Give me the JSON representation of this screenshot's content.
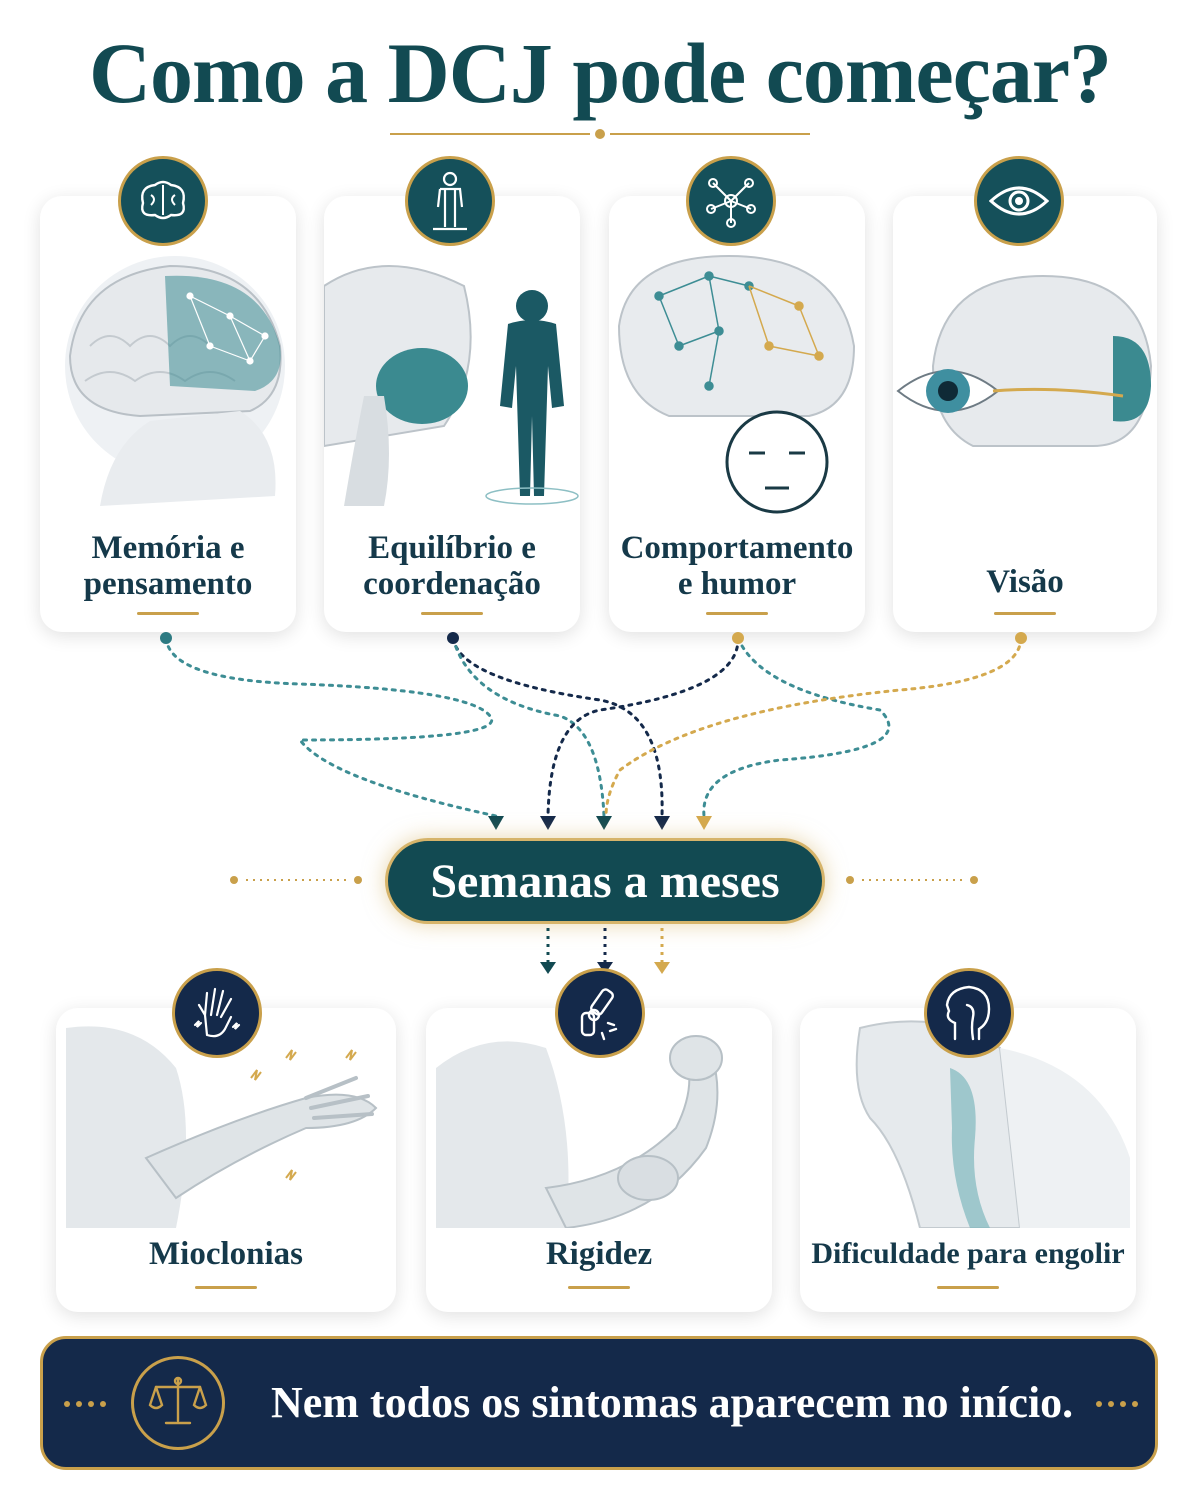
{
  "title": "Como a DCJ pode começar?",
  "early_symptoms": [
    {
      "label": "Memória e\npensamento",
      "icon": "brain-icon"
    },
    {
      "label": "Equilíbrio e\ncoordenação",
      "icon": "standing-person-icon"
    },
    {
      "label": "Comportamento\ne humor",
      "icon": "neural-network-icon"
    },
    {
      "label": "Visão",
      "icon": "eye-icon"
    }
  ],
  "timeline_label": "Semanas a meses",
  "later_symptoms": [
    {
      "label": "Mioclonias",
      "icon": "trembling-hand-icon"
    },
    {
      "label": "Rigidez",
      "icon": "stiff-joint-icon"
    },
    {
      "label": "Dificuldade para engolir",
      "icon": "throat-profile-icon"
    }
  ],
  "footer": {
    "text": "Nem todos os sintomas aparecem no início.",
    "icon": "scales-icon"
  },
  "colors": {
    "teal": "#124a52",
    "navy": "#14294a",
    "gold": "#c9a04b"
  }
}
